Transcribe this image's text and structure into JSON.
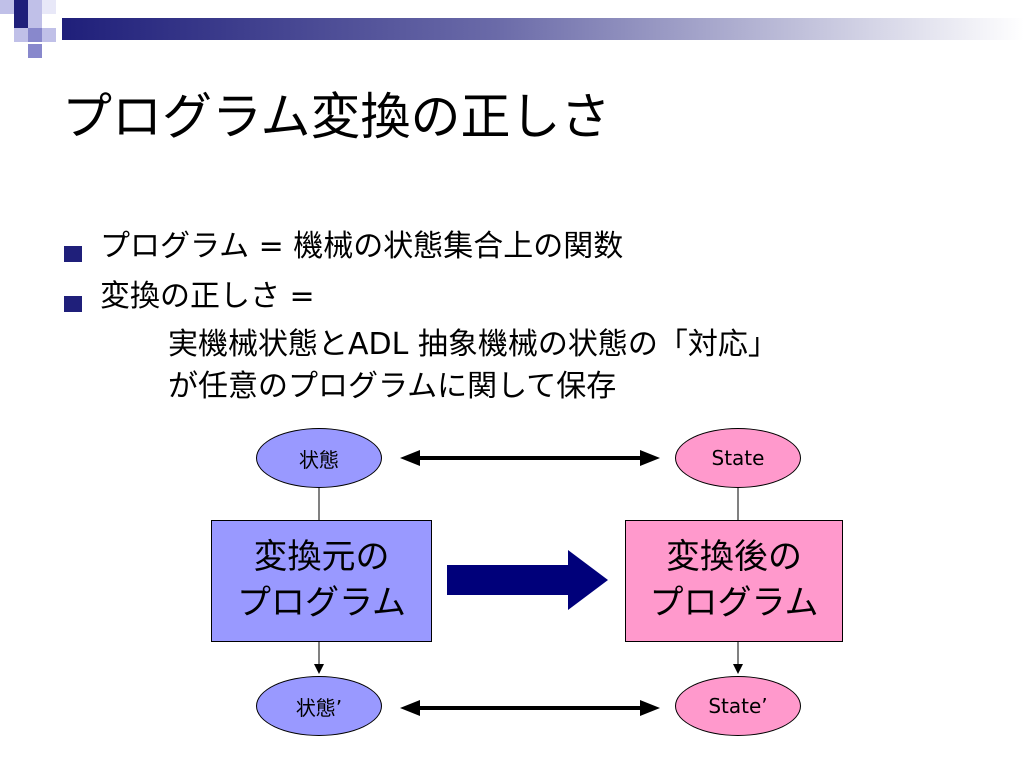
{
  "slide": {
    "title": "プログラム変換の正しさ",
    "bullets": [
      {
        "text": "プログラム = 機械の状態集合上の関数"
      },
      {
        "text": "変換の正しさ ="
      }
    ],
    "bullet2_lines": [
      "実機械状態とADL 抽象機械の状態の「対応」",
      "が任意のプログラムに関して保存"
    ]
  },
  "diagram": {
    "left_top_state": "状態",
    "left_bottom_state": "状態’",
    "right_top_state": "State",
    "right_bottom_state": "State’",
    "source_program": [
      "変換元の",
      "プログラム"
    ],
    "target_program": [
      "変換後の",
      "プログラム"
    ]
  },
  "colors": {
    "accent": "#1f1f7a",
    "left_fill": "#9999ff",
    "right_fill": "#ff99cc",
    "arrow_fill": "#00007a"
  }
}
